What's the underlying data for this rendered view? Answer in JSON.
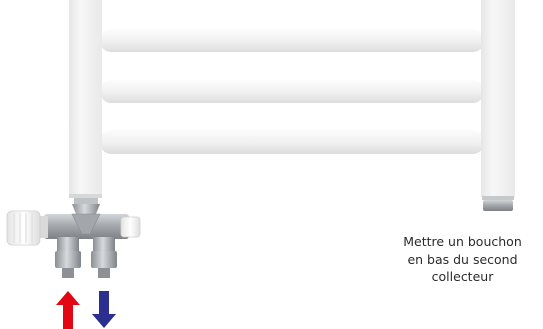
{
  "caption": {
    "lines": [
      "Mettre un bouchon",
      "en bas du second",
      "collecteur"
    ]
  },
  "colors": {
    "background": "#ffffff",
    "radiator_white": "#f1f1f1",
    "radiator_shadow": "#d9d9d9",
    "chrome": "#a9adb1",
    "arrow_supply": "#e30613",
    "arrow_return": "#2b2f8f",
    "text": "#2b2b2b"
  },
  "icons": {
    "supply_arrow": "arrow-up-icon",
    "return_arrow": "arrow-down-icon"
  }
}
